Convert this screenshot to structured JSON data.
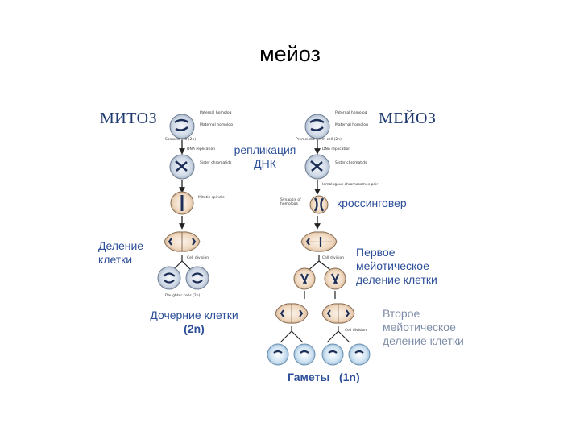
{
  "slide": {
    "title": "мейоз"
  },
  "headings": {
    "mitosis": "МИТОЗ",
    "meiosis": "МЕЙОЗ"
  },
  "labels": {
    "replication_line1": "репликация",
    "replication_line2": "ДНК",
    "crossing_over": "кроссинговер",
    "cell_division_line1": "Деление",
    "cell_division_line2": "клетки",
    "first_division_line1": "Первое",
    "first_division_line2": "мейотическое",
    "first_division_line3": "деление клетки",
    "daughter_cells_line1": "Дочерние клетки",
    "daughter_cells_line2": "(2n)",
    "second_division_line1": "Второе",
    "second_division_line2": "мейотическое",
    "second_division_line3": "деление клетки",
    "gametes": "Гаметы   (1n)"
  },
  "small_annotations": {
    "paternal_homolog": "Paternal homolog",
    "maternal_homolog": "Maternal homolog",
    "somatic_cell": "Somatic cell (2n)",
    "germ_cell": "Premeiotic germ cell (2n)",
    "dna_replication": "DNA replication",
    "sister_chromatids": "Sister chromatids",
    "mitotic_spindle": "Mitotic spindle",
    "homologous_pairs": "Homologous chromosomes pair",
    "synapsis": "Synapsis of homologs",
    "cell_division": "Cell division",
    "daughter_cells": "Daughter cells (2n)"
  }
}
